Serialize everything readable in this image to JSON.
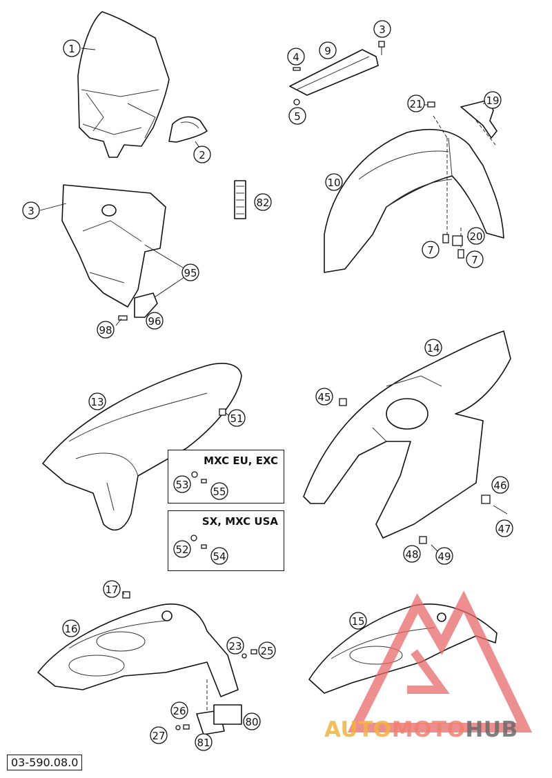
{
  "drawing_number": "03-590.08.0",
  "variant_boxes": [
    {
      "id": "mxc-eu-exc",
      "title": "MXC EU, EXC",
      "parts": [
        "53",
        "55"
      ]
    },
    {
      "id": "sx-mxc-usa",
      "title": "SX, MXC USA",
      "parts": [
        "52",
        "54"
      ]
    }
  ],
  "callouts": [
    "1",
    "2",
    "3",
    "3",
    "4",
    "5",
    "7",
    "7",
    "9",
    "10",
    "13",
    "14",
    "15",
    "16",
    "17",
    "19",
    "20",
    "21",
    "23",
    "25",
    "26",
    "27",
    "45",
    "46",
    "47",
    "48",
    "49",
    "51",
    "52",
    "53",
    "54",
    "55",
    "80",
    "81",
    "82",
    "95",
    "96",
    "98"
  ],
  "watermark": {
    "word_1": "AUTO",
    "word_2": "MOTO",
    "word_3": "HUB",
    "colors": {
      "auto": "#f2b33d",
      "moto": "#f0816f",
      "hub": "#6b6b6b",
      "triangle": "#e86a6a"
    }
  }
}
